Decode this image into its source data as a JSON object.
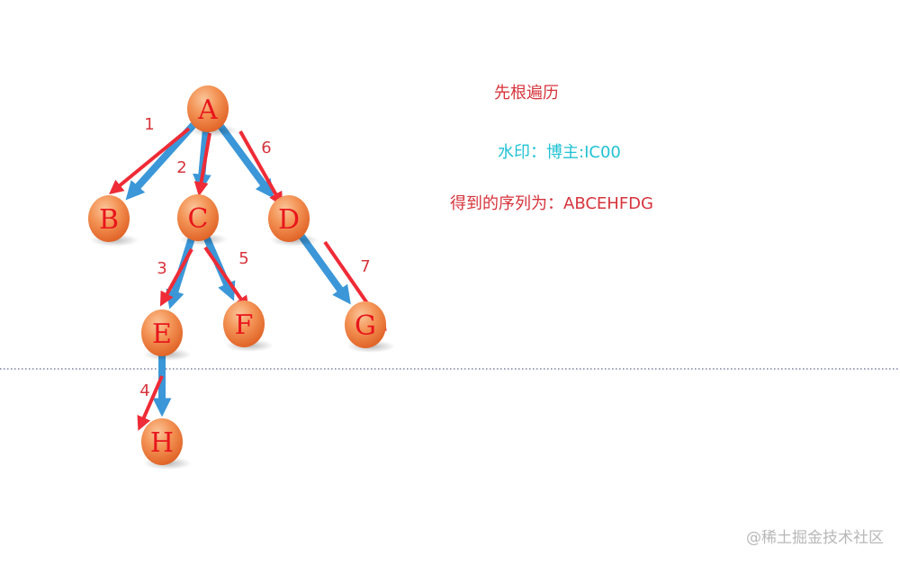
{
  "title": "先根遍历",
  "watermark_note": "水印：博主:IC00",
  "result_text": "得到的序列为：ABCEHFDG",
  "site_watermark": "@稀土掘金技术社区",
  "colors": {
    "node_fill_light": "#f6a06a",
    "node_fill_dark": "#e5682c",
    "node_label": "#e8161c",
    "tree_edge": "#3b97d8",
    "traversal_arrow": "#ee2b36",
    "step_label": "#d8343c",
    "title": "#d6343c",
    "watermark_note": "#22c2d4",
    "divider": "#3a3f7a"
  },
  "nodes": [
    {
      "id": "A",
      "label": "A"
    },
    {
      "id": "B",
      "label": "B"
    },
    {
      "id": "C",
      "label": "C"
    },
    {
      "id": "D",
      "label": "D"
    },
    {
      "id": "E",
      "label": "E"
    },
    {
      "id": "F",
      "label": "F"
    },
    {
      "id": "G",
      "label": "G"
    },
    {
      "id": "H",
      "label": "H"
    }
  ],
  "edges": [
    {
      "from": "A",
      "to": "B"
    },
    {
      "from": "A",
      "to": "C"
    },
    {
      "from": "A",
      "to": "D"
    },
    {
      "from": "C",
      "to": "E"
    },
    {
      "from": "C",
      "to": "F"
    },
    {
      "from": "D",
      "to": "G"
    },
    {
      "from": "E",
      "to": "H"
    }
  ],
  "traversal_steps": [
    {
      "step": "1",
      "from": "A",
      "to": "B"
    },
    {
      "step": "2",
      "from": "A",
      "to": "C"
    },
    {
      "step": "3",
      "from": "C",
      "to": "E"
    },
    {
      "step": "4",
      "from": "E",
      "to": "H"
    },
    {
      "step": "5",
      "from": "C",
      "to": "F"
    },
    {
      "step": "6",
      "from": "A",
      "to": "D"
    },
    {
      "step": "7",
      "from": "D",
      "to": "G"
    }
  ]
}
